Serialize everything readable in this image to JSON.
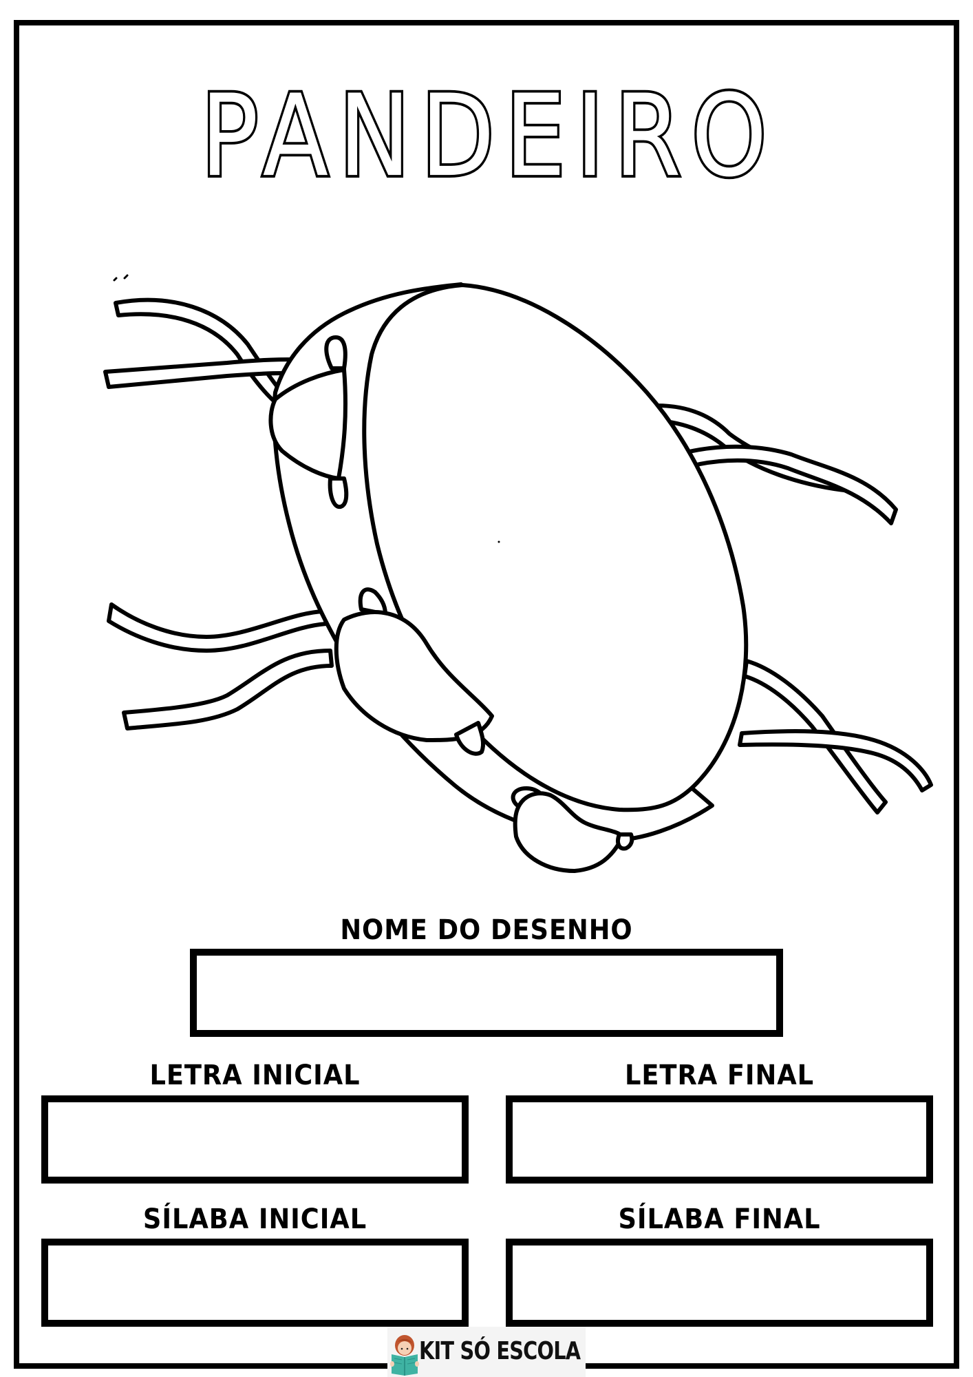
{
  "page": {
    "title": "PANDEIRO",
    "illustration": "tambourine-with-ribbons"
  },
  "fields": {
    "nome": {
      "label": "NOME DO DESENHO",
      "value": ""
    },
    "letra_inicial": {
      "label": "LETRA INICIAL",
      "value": ""
    },
    "letra_final": {
      "label": "LETRA FINAL",
      "value": ""
    },
    "silaba_inicial": {
      "label": "SÍLABA INICIAL",
      "value": ""
    },
    "silaba_final": {
      "label": "SÍLABA FINAL",
      "value": ""
    }
  },
  "footer": {
    "brand": "KIT SÓ ESCOLA",
    "icon": "girl-reading-book-icon"
  },
  "colors": {
    "ink": "#000000",
    "paper": "#ffffff",
    "logo_bg": "#f4f4f4",
    "logo_book": "#3fb3a3",
    "logo_hair": "#c0552e"
  }
}
